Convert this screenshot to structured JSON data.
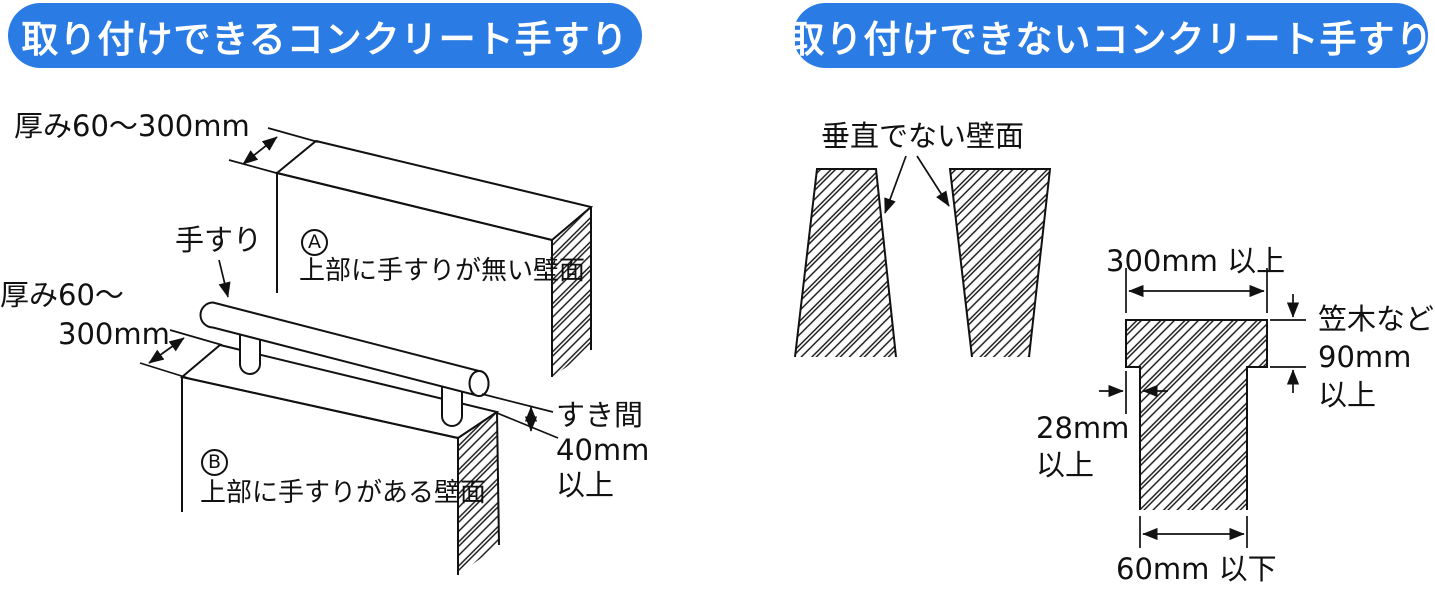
{
  "panels": {
    "left": {
      "header": "取り付けできるコンクリート手すり",
      "labels": {
        "thickness_top": "厚み60〜300mm",
        "handrail": "手すり",
        "a_mark": "A",
        "a_caption": "上部に手すりが無い壁面",
        "thickness_b_line1": "厚み60〜",
        "thickness_b_line2": "300mm",
        "b_mark": "B",
        "b_caption": "上部に手すりがある壁面",
        "gap_line1": "すき間",
        "gap_line2": "40mm",
        "gap_line3": "以上"
      }
    },
    "right": {
      "header": "取り付けできないコンクリート手すり",
      "labels": {
        "non_vertical": "垂直でない壁面",
        "width_top": "300mm 以上",
        "coping_line1": "笠木など",
        "coping_line2": "90mm",
        "coping_line3": "以上",
        "overhang_line1": "28mm",
        "overhang_line2": "以上",
        "width_bottom": "60mm 以下"
      }
    }
  },
  "colors": {
    "header_bg": "#2b7be5",
    "header_text": "#ffffff",
    "line": "#111111"
  }
}
